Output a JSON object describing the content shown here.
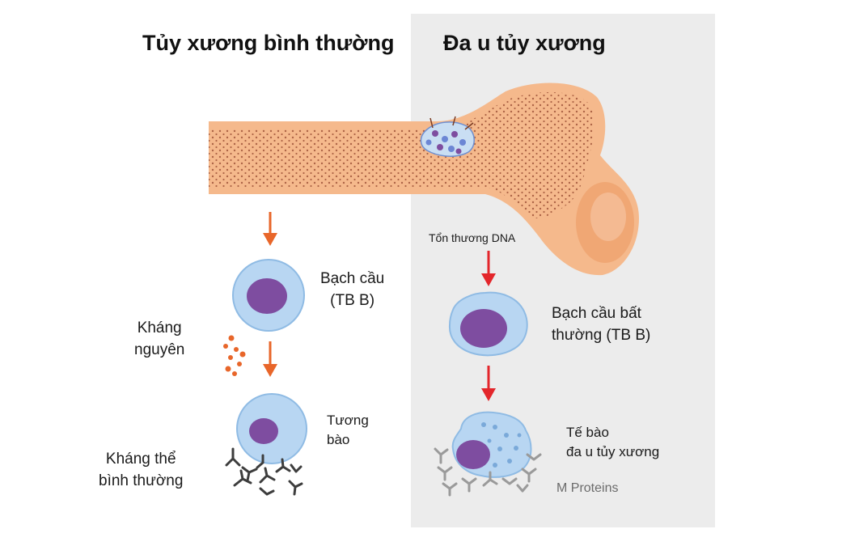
{
  "titles": {
    "normal": "Tủy xương bình thường",
    "myeloma": "Đa u tủy xương"
  },
  "labels": {
    "b_cell_line1": "Bạch cầu",
    "b_cell_line2": "(TB B)",
    "antigen_line1": "Kháng",
    "antigen_line2": "nguyên",
    "plasma_line1": "Tương",
    "plasma_line2": "bào",
    "antibody_line1": "Kháng thể",
    "antibody_line2": "bình thường",
    "dna_damage": "Tổn thương DNA",
    "abnormal_b_line1": "Bạch cầu bất",
    "abnormal_b_line2": "thường (TB B)",
    "myeloma_cell_line1": "Tế bào",
    "myeloma_cell_line2": "đa u tủy xương",
    "m_proteins": "M Proteins"
  },
  "colors": {
    "right_panel_bg": "#ececec",
    "bone": "#f5b98c",
    "bone_dark": "#f0a774",
    "bone_dots": "#a0553a",
    "cell_fill": "#b8d6f2",
    "cell_stroke": "#8fbbe4",
    "nucleus": "#7e4da0",
    "arrow_normal": "#e8662a",
    "arrow_myeloma": "#e3262b",
    "antigen": "#e8662a",
    "antibody": "#3d3d3d",
    "m_protein": "#9a9a9a"
  }
}
